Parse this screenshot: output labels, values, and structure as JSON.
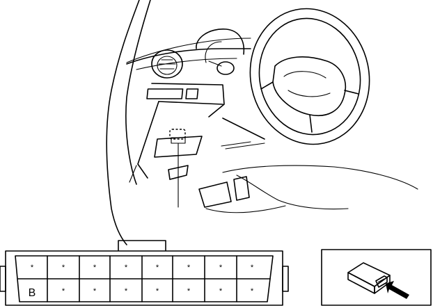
{
  "connector": {
    "rows": [
      [
        "*",
        "*",
        "*",
        "*",
        "*",
        "*",
        "*",
        "*"
      ],
      [
        "B",
        "*",
        "*",
        "*",
        "*",
        "*",
        "*",
        "*"
      ]
    ]
  },
  "icons": {
    "dashboard": "dashboard-illustration",
    "connector_face": "connector-face-diagram",
    "connector_3d": "connector-3d-icon",
    "arrow": "arrow-icon"
  }
}
